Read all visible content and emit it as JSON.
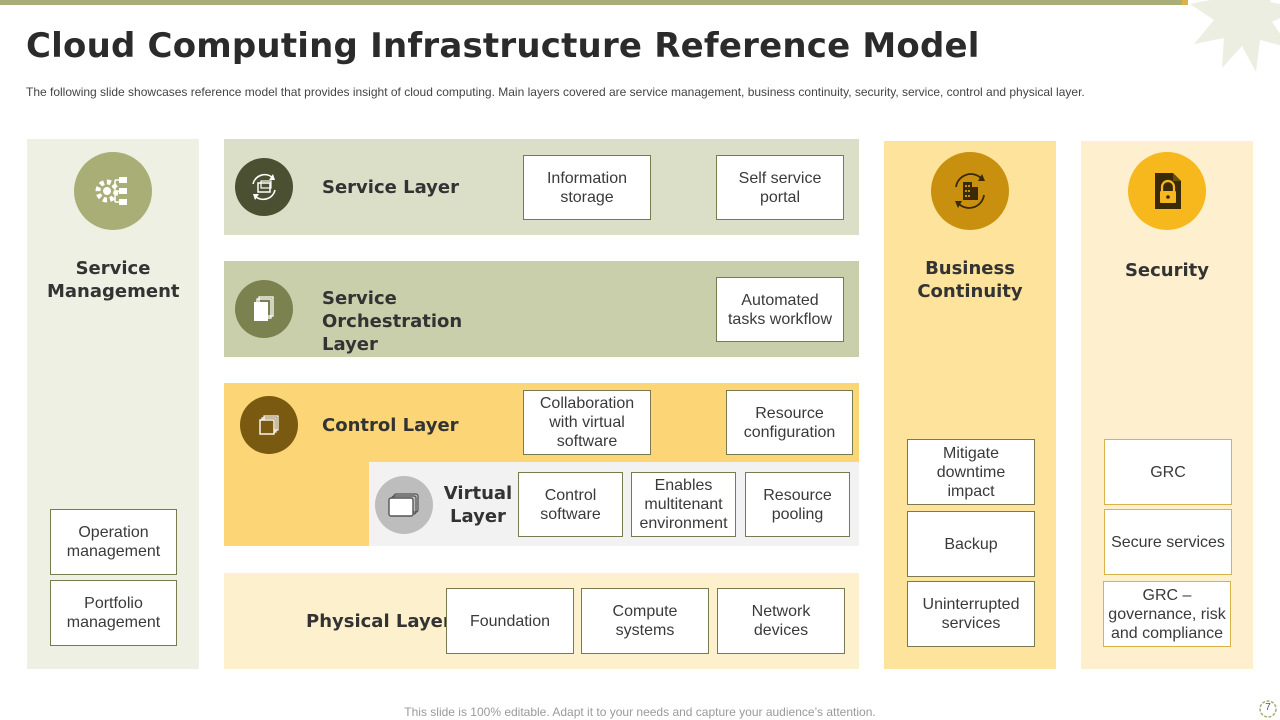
{
  "slide": {
    "title": "Cloud Computing Infrastructure Reference Model",
    "subtitle": "The following slide showcases reference model that provides insight of cloud computing. Main layers covered are service management, business continuity, security, service, control and physical layer.",
    "footer": "This slide is 100% editable. Adapt it to your needs and capture your audience’s attention.",
    "page_number": "7"
  },
  "colors": {
    "accent_olive": "#a9ad76",
    "service_mgmt_bg": "#eef0e4",
    "service_layer_bg": "#dcdfc8",
    "orchestration_bg": "#c9cfab",
    "control_bg": "#fcd676",
    "virtual_bg": "#f2f2f2",
    "physical_bg": "#fdf0cc",
    "continuity_bg": "#fde39c",
    "security_bg": "#fef0cf",
    "gold": "#d9b24a"
  },
  "service_management": {
    "title": "Service Management",
    "icon": "gear-flow-icon",
    "items": [
      "Operation management",
      "Portfolio management"
    ]
  },
  "service_layer": {
    "label": "Service Layer",
    "icon": "cycle-boxes-icon",
    "items": [
      "Information storage",
      "Self service portal"
    ]
  },
  "orchestration_layer": {
    "label": "Service Orchestration Layer",
    "icon": "documents-icon",
    "items": [
      "Automated tasks workflow"
    ]
  },
  "control_layer": {
    "label": "Control Layer",
    "icon": "stacked-layers-icon",
    "items": [
      "Collaboration with virtual software",
      "Resource configuration"
    ]
  },
  "virtual_layer": {
    "label": "Virtual Layer",
    "icon": "stacked-windows-icon",
    "items": [
      "Control software",
      "Enables multitenant environment",
      "Resource pooling"
    ]
  },
  "physical_layer": {
    "label": "Physical Layer",
    "items": [
      "Foundation",
      "Compute systems",
      "Network devices"
    ]
  },
  "business_continuity": {
    "title": "Business Continuity",
    "icon": "building-cycle-icon",
    "items": [
      "Mitigate downtime impact",
      "Backup",
      "Uninterrupted services"
    ]
  },
  "security": {
    "title": "Security",
    "icon": "lock-document-icon",
    "items": [
      "GRC",
      "Secure services",
      "GRC – governance, risk and compliance"
    ]
  }
}
